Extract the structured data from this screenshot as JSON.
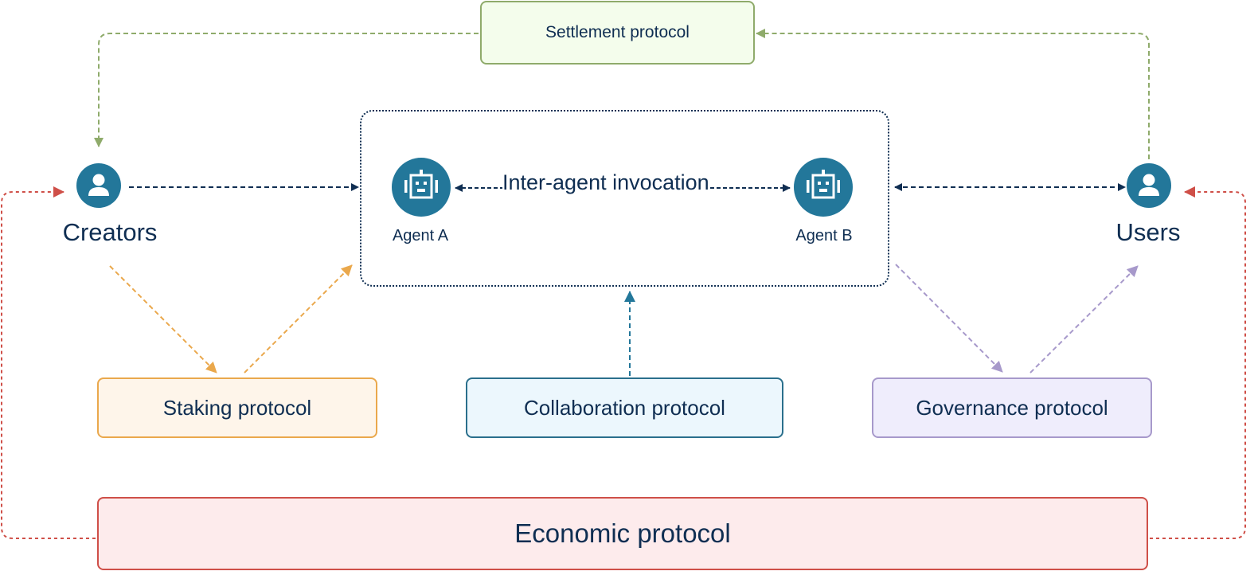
{
  "diagram": {
    "actors": [
      {
        "id": "creators",
        "label": "Creators",
        "icon": "user-icon"
      },
      {
        "id": "users",
        "label": "Users",
        "icon": "user-icon"
      }
    ],
    "agents": [
      {
        "id": "agent-a",
        "label": "Agent A",
        "icon": "robot-icon"
      },
      {
        "id": "agent-b",
        "label": "Agent B",
        "icon": "robot-icon"
      }
    ],
    "agent_group_edge_label": "Inter-agent invocation",
    "protocols": {
      "settlement": "Settlement protocol",
      "staking": "Staking protocol",
      "collaboration": "Collaboration protocol",
      "governance": "Governance protocol",
      "economic": "Economic protocol"
    },
    "edges": [
      {
        "from": "Users",
        "to": "Settlement protocol",
        "style": "dashed",
        "color": "#8fab6b"
      },
      {
        "from": "Settlement protocol",
        "to": "Creators",
        "style": "dashed",
        "color": "#8fab6b"
      },
      {
        "from": "Creators",
        "to": "Agents",
        "style": "dashed",
        "color": "#0f2e52"
      },
      {
        "from": "Agents",
        "to": "Users",
        "style": "dashed",
        "color": "#0f2e52",
        "bidirectional": true
      },
      {
        "from": "Agent A",
        "to": "Agent B",
        "style": "dashed",
        "color": "#0f2e52",
        "bidirectional": true
      },
      {
        "from": "Creators",
        "to": "Staking protocol",
        "style": "dashed",
        "color": "#eaa84c"
      },
      {
        "from": "Staking protocol",
        "to": "Agents",
        "style": "dashed",
        "color": "#eaa84c"
      },
      {
        "from": "Collaboration protocol",
        "to": "Agents",
        "style": "dashed",
        "color": "#2a6f8c"
      },
      {
        "from": "Agents",
        "to": "Governance protocol",
        "style": "dashed",
        "color": "#a799cb"
      },
      {
        "from": "Governance protocol",
        "to": "Users",
        "style": "dashed",
        "color": "#a799cb"
      },
      {
        "from": "Economic protocol",
        "to": "Creators",
        "style": "dotted",
        "color": "#cf4f48"
      },
      {
        "from": "Economic protocol",
        "to": "Users",
        "style": "dotted",
        "color": "#cf4f48"
      }
    ],
    "colors": {
      "node_fill": "#23779a",
      "text": "#0f2e52"
    }
  }
}
